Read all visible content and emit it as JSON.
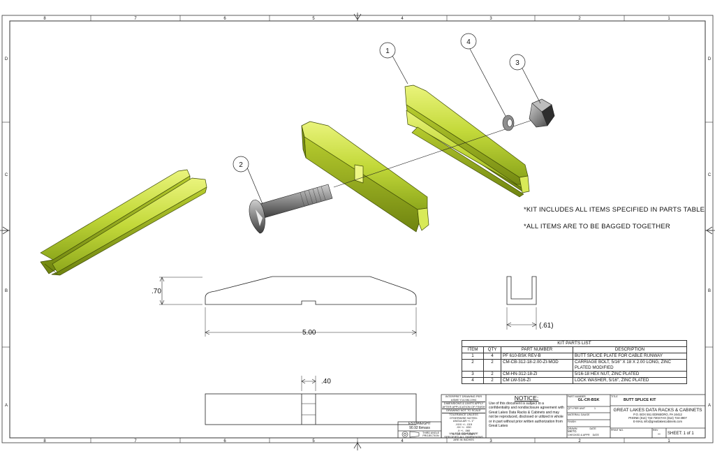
{
  "border": {
    "col_labels_top": [
      "8",
      "7",
      "6",
      "5",
      "4",
      "3",
      "2",
      "1"
    ],
    "col_labels_bottom": [
      "8",
      "7",
      "6",
      "5",
      "4",
      "3",
      "2",
      "1"
    ],
    "row_labels": [
      "D",
      "C",
      "B",
      "A"
    ]
  },
  "balloons": [
    {
      "num": "1"
    },
    {
      "num": "2"
    },
    {
      "num": "3"
    },
    {
      "num": "4"
    }
  ],
  "notes": [
    "*KIT INCLUDES ALL ITEMS SPECIFIED IN PARTS TABLE",
    "*ALL ITEMS ARE TO BE BAGGED TOGETHER"
  ],
  "dimensions": {
    "height": ".70",
    "length": "5.00",
    "channel_width": "(.61)",
    "slot_width": ".40"
  },
  "parts_table": {
    "title": "KIT PARTS LIST",
    "headers": [
      "ITEM",
      "QTY",
      "PART NUMBER",
      "DESCRIPTION"
    ],
    "rows": [
      {
        "item": "1",
        "qty": "4",
        "part": "PF 610-BSK REV-B",
        "desc": "BUTT SPLICE PLATE FOR CABLE RUNWAY"
      },
      {
        "item": "2",
        "qty": "2",
        "part": "CM-CB-312-18-2.00-ZI-MOD",
        "desc": "CARRIAGE BOLT, 5/16\" X 18 X 2.00 LONG, ZINC PLATED MODIFIED"
      },
      {
        "item": "3",
        "qty": "2",
        "part": "CM-HN-312-18-ZI",
        "desc": "5/16-18 HEX NUT, ZINC PLATED"
      },
      {
        "item": "4",
        "qty": "2",
        "part": "CM LW-516-ZI",
        "desc": "LOCK WASHER, 5/16\", ZINC PLATED"
      }
    ]
  },
  "title_block": {
    "interpret": "INTERPRET DRAWING PER ASME Y14.5M-1994",
    "dimensions_apply": "DIMENSIONS & LIMITS APPLY AFTER APPLICATION OF FINISH",
    "do_not_scale": "DRAWING NOT TO SCALE",
    "tolerances": "TOLERANCE UNLESS OTHERWISE NOTED:",
    "angular": "ANGULAR +/- 1°",
    "xxx": ".XXX +/- .015",
    "xx": ".XX +/- .030",
    "x": ".X +/- .060",
    "fractions": "X FOR REF ONLY",
    "est_weight_label": "EST. WEIGHT",
    "est_weight_value": "90.92 lbmass",
    "third_angle": "THIRD ANGLE PROJECTION",
    "unless": "UNLESS OTHERWISE SPECIFIED ALL DIMENSIONS ARE IN INCHES",
    "notice_title": "NOTICE:",
    "notice_text": "Use of this document is subject to a confidentiality and nondisclosure agreement with Great Lakes Data Racks & Cabinets and may not be reproduced, disclosed or utilized in whole or in part without prior written authorization from Great Lakes",
    "part_number_label": "PART NUMBER",
    "part_number": "GL-CR-BSK",
    "qty_label": "QTY PER UNIT",
    "qty_value": "1",
    "material_label": "MATERIAL GAUGE",
    "finish_label": "FINISH",
    "drawn_label": "DRAWN",
    "drawn_value": "MKTG",
    "date_label": "DATE",
    "checked_label": "CHECKED & APPR",
    "title_label": "TITLE",
    "title": "BUTT SPLICE KIT",
    "company": "GREAT LAKES DATA RACKS & CABINETS",
    "address": "P.O. BOX 551 EDINBORO, PA 16412",
    "phone": "PHONE (814) 734-7303  FAX (814) 734-3907",
    "email": "E-MAIL info@greatlakescabinets.com",
    "print_label": "PRINT NO.",
    "rev_label": "REV",
    "rev_value": "–",
    "sheet": "SHEET: 1 of 1"
  },
  "colors": {
    "part_fill": "#c6dc3c",
    "part_highlight": "#e6f27a",
    "part_shadow": "#7c8f12",
    "bolt": "#8a8a8a",
    "line": "#222222"
  }
}
